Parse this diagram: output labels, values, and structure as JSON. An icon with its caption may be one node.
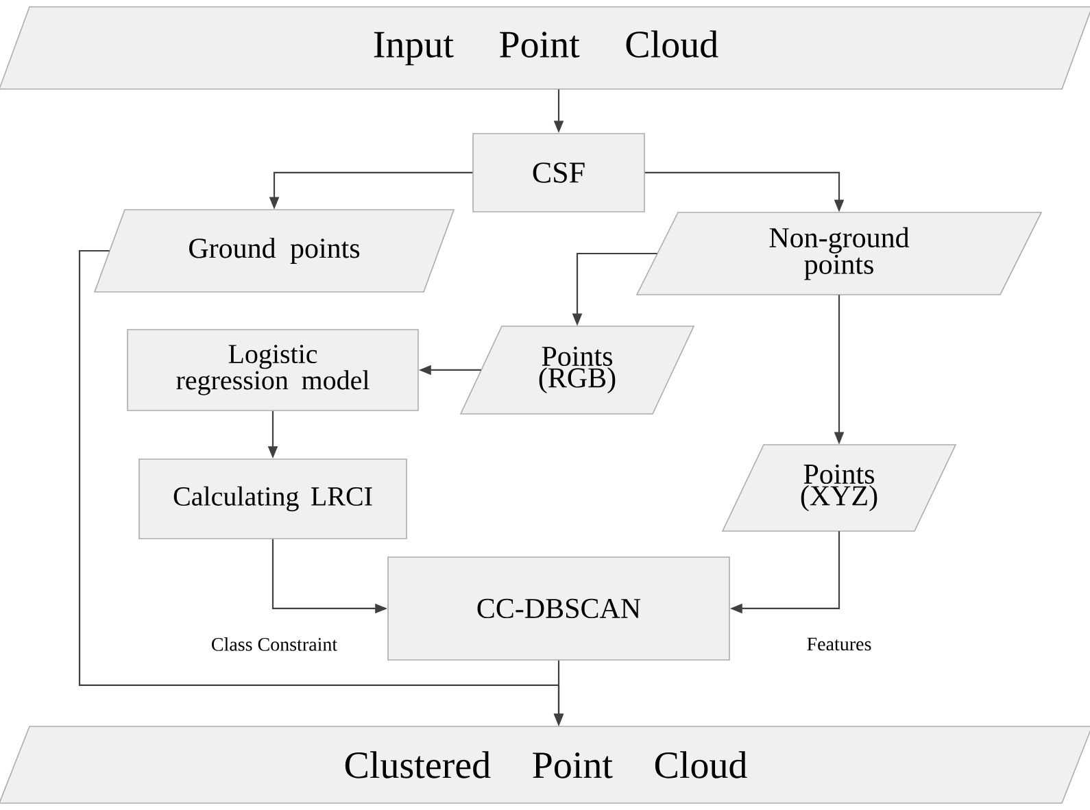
{
  "diagram": {
    "nodes": [
      {
        "text": [
          "Input Point Cloud"
        ]
      },
      {
        "text": [
          "CSF"
        ]
      },
      {
        "text": [
          "Ground points"
        ]
      },
      {
        "text": [
          "Non-ground points"
        ]
      },
      {
        "text": [
          "Logistic regression model"
        ]
      },
      {
        "text": [
          "Points (RGB)"
        ]
      },
      {
        "text": [
          "Calculating LRCI"
        ]
      },
      {
        "text": [
          "Points (XYZ)"
        ]
      },
      {
        "text": [
          "CC-DBSCAN"
        ]
      },
      {
        "text": [
          "Clustered Point Cloud"
        ]
      }
    ],
    "edges": [
      {
        "from": 0,
        "to": 1,
        "arrow": "to"
      },
      {
        "from": 1,
        "to": 2,
        "arrow": "to"
      },
      {
        "from": 1,
        "to": 3,
        "arrow": "to"
      },
      {
        "from": 3,
        "to": 5,
        "arrow": "to"
      },
      {
        "from": 3,
        "to": 7,
        "arrow": "to"
      },
      {
        "from": 5,
        "to": 4,
        "arrow": "to"
      },
      {
        "from": 4,
        "to": 6,
        "arrow": "to"
      },
      {
        "from": 6,
        "to": 8,
        "arrow": "to",
        "label": "Class Constraint"
      },
      {
        "from": 7,
        "to": 8,
        "arrow": "to",
        "label": "Features"
      },
      {
        "from": 2,
        "to": 9,
        "arrow": "to"
      },
      {
        "from": 8,
        "to": 9,
        "arrow": "to"
      }
    ]
  }
}
